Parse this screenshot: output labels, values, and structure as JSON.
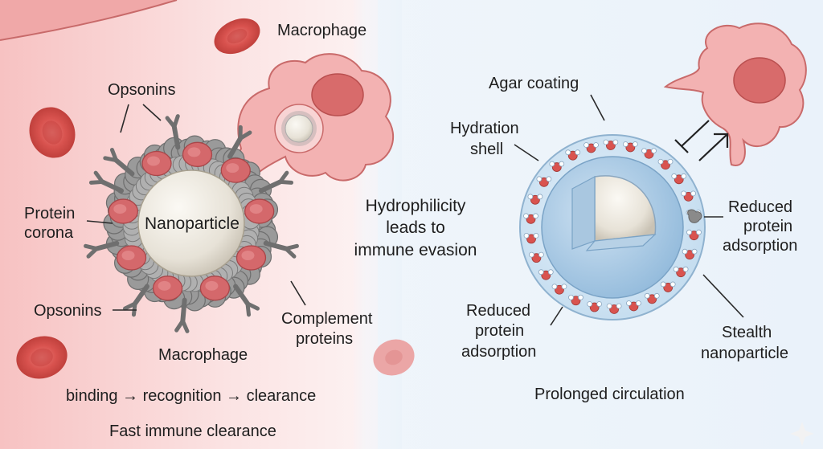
{
  "left_panel": {
    "macrophage_top_label": "Macrophage",
    "opsonins_top_label": "Opsonins",
    "protein_corona_label": [
      "Protein",
      "corona"
    ],
    "nanoparticle_label": "Nanoparticle",
    "opsonins_bottom_label": "Opsonins",
    "complement_proteins_label": [
      "Complement",
      "proteins"
    ],
    "macrophage_bottom_label": "Macrophage",
    "process_caption": "binding → recognition → clearance",
    "panel_caption": "Fast immune clearance"
  },
  "center": {
    "message": [
      "Hydrophilicity",
      "leads to",
      "immune evasion"
    ]
  },
  "right_panel": {
    "agar_coating_label": "Agar coating",
    "hydration_shell_label": [
      "Hydration",
      "shell"
    ],
    "reduced_adsorption_right_label": [
      "Reduced",
      "protein",
      "adsorption"
    ],
    "reduced_adsorption_left_label": [
      "Reduced",
      "protein",
      "adsorption"
    ],
    "stealth_label": [
      "Stealth",
      "nanoparticle"
    ],
    "caption": "Prolonged circulation"
  },
  "colors": {
    "left_bg": "#f9d3d3",
    "right_bg": "#eef5fb",
    "blood_cell": "#d9534f",
    "macrophage": "#f0a5a5",
    "corona": "#d4686b",
    "opsonin": "#7d7d7d",
    "shell": "#cfe4f4",
    "water_oxygen": "#d9534f"
  }
}
